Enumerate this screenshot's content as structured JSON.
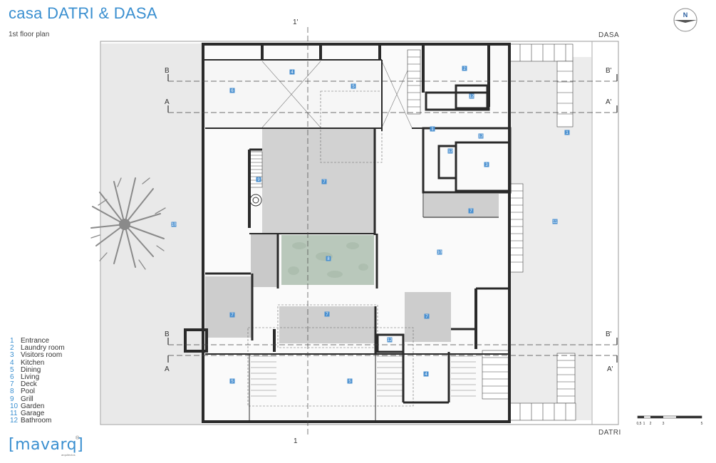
{
  "header": {
    "title": "casa DATRI & DASA",
    "subtitle": "1st floor plan"
  },
  "edges": {
    "top_right": "DASA",
    "bottom_right": "DATRI"
  },
  "section_markers": {
    "a_left": "A",
    "a_right": "A'",
    "b_left": "B",
    "b_right": "B'",
    "v_top": "1'",
    "v_bottom": "1"
  },
  "compass_label": "N",
  "legend": [
    {
      "num": "1",
      "label": "Entrance"
    },
    {
      "num": "2",
      "label": "Laundry room"
    },
    {
      "num": "3",
      "label": "Visitors room"
    },
    {
      "num": "4",
      "label": "Kitchen"
    },
    {
      "num": "5",
      "label": "Dining"
    },
    {
      "num": "6",
      "label": "Living"
    },
    {
      "num": "7",
      "label": "Deck"
    },
    {
      "num": "8",
      "label": "Pool"
    },
    {
      "num": "9",
      "label": "Grill"
    },
    {
      "num": "10",
      "label": "Garden"
    },
    {
      "num": "11",
      "label": "Garage"
    },
    {
      "num": "12",
      "label": "Bathroom"
    }
  ],
  "scale": [
    "0,5",
    "1",
    "2",
    "3",
    "5"
  ],
  "logo": {
    "text": "[mavarq]",
    "registered": "®",
    "sub": "arquitectos"
  },
  "room_tags": [
    "6",
    "4",
    "5",
    "2",
    "12",
    "1",
    "12",
    "12",
    "3",
    "7",
    "9",
    "7",
    "8",
    "10",
    "10",
    "11",
    "7",
    "7",
    "7",
    "12",
    "4",
    "5",
    "5",
    "1"
  ],
  "colors": {
    "accent": "#3a8fd0",
    "wall": "#2a2a2a",
    "deck": "#d4d4d4",
    "garden": "#e8e8e8",
    "pool": "#b7c7b9"
  }
}
